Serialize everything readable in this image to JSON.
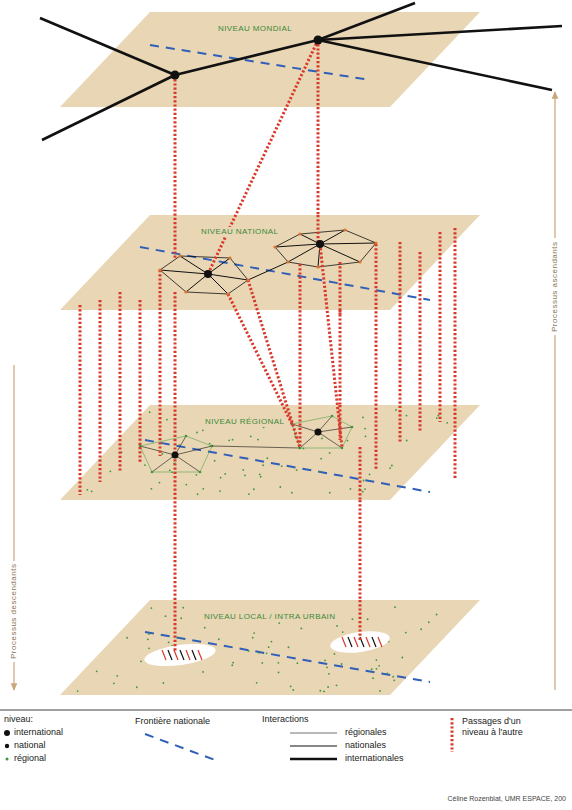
{
  "diagram": {
    "nodes": [
      {
        "text": [
          "NIVEAU MONDIAL"
        ]
      },
      {
        "text": [
          "NIVEAU NATIONAL"
        ]
      },
      {
        "text": [
          "NIVEAU RÉGIONAL"
        ]
      },
      {
        "text": [
          "NIVEAU LOCAL / INTRA URBAIN"
        ]
      }
    ],
    "edges": [
      {
        "from": 0,
        "to": 1,
        "arrow": "none"
      },
      {
        "from": 1,
        "to": 2,
        "arrow": "none"
      },
      {
        "from": 2,
        "to": 3,
        "arrow": "none"
      }
    ],
    "labels": [
      "Processus ascendants",
      "Processus descendants",
      "niveau:",
      "Interactions",
      "Céline Rozenblat, UMR ESPACE, 200"
    ],
    "legend": [
      {
        "text": "international"
      },
      {
        "text": "national"
      },
      {
        "text": "régional"
      },
      {
        "text": "Frontière nationale"
      },
      {
        "text": "régionales"
      },
      {
        "text": "nationales"
      },
      {
        "text": "internationales"
      },
      {
        "text": "Passages d'un niveau à l'autre"
      }
    ]
  }
}
